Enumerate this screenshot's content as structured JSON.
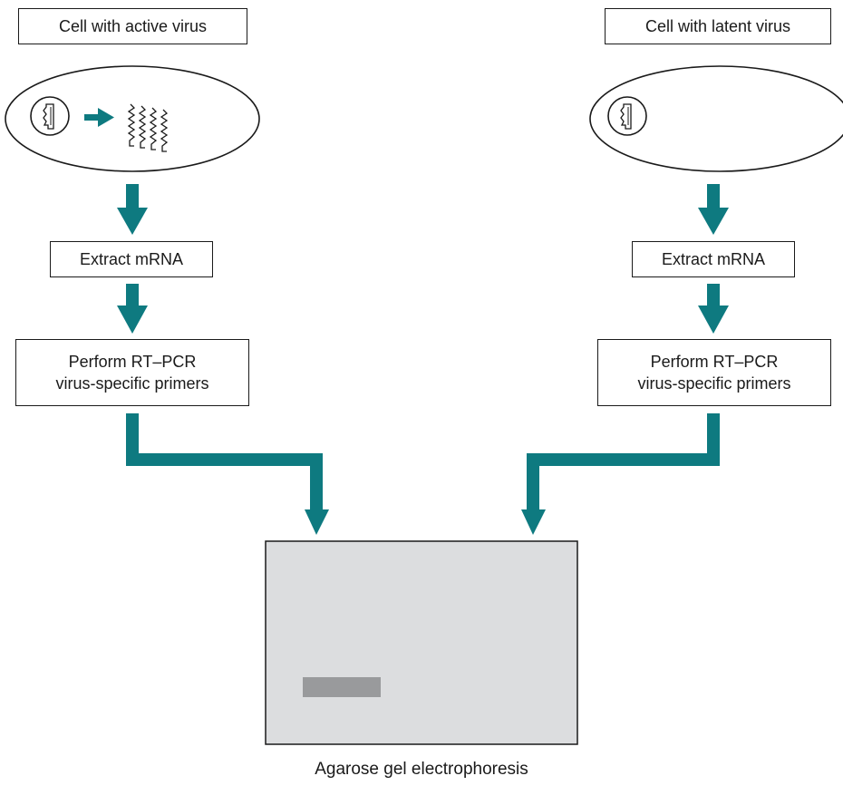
{
  "left": {
    "cell_label": "Cell with active virus",
    "step1": "Extract mRNA",
    "step2_line1": "Perform RT–PCR",
    "step2_line2": "virus-specific primers"
  },
  "right": {
    "cell_label": "Cell with latent virus",
    "step1": "Extract mRNA",
    "step2_line1": "Perform RT–PCR",
    "step2_line2": "virus-specific primers"
  },
  "gel": {
    "caption": "Agarose gel electrophoresis",
    "bands": [
      {
        "lane": "left",
        "present": true
      }
    ]
  },
  "colors": {
    "arrow": "#0e7a80",
    "gel_fill": "#dcdddf",
    "band": "#999a9c"
  }
}
